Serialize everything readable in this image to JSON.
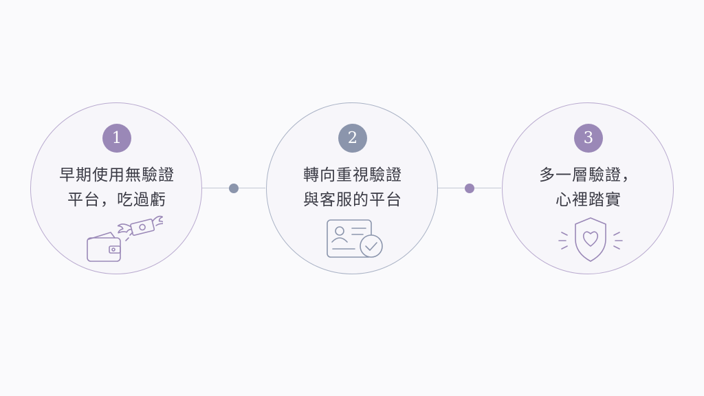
{
  "colors": {
    "purple": "#9a88b7",
    "slate": "#8b95ac",
    "purple_ring": "#b9aacf",
    "slate_ring": "#a9b2c5"
  },
  "steps": [
    {
      "number": "1",
      "lines": [
        "早期使用無驗證",
        "平台，吃過虧"
      ],
      "icon": "wallet-with-flying-money-icon"
    },
    {
      "number": "2",
      "lines": [
        "轉向重視驗證",
        "與客服的平台"
      ],
      "icon": "id-card-verified-icon"
    },
    {
      "number": "3",
      "lines": [
        "多一層驗證，",
        "心裡踏實"
      ],
      "icon": "shield-heart-icon"
    }
  ]
}
